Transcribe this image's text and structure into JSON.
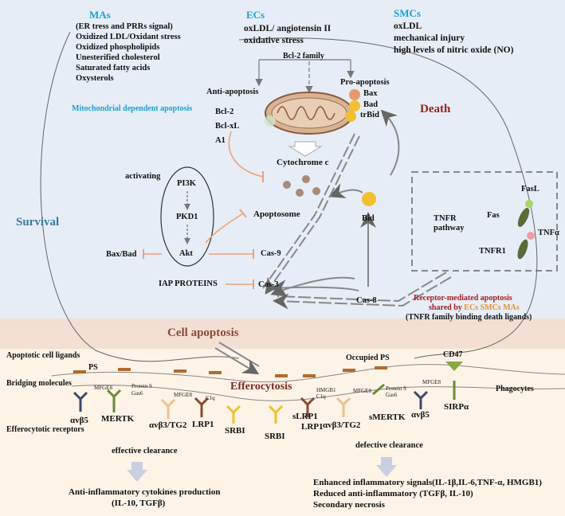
{
  "regions": {
    "top_color": "#e6edf6",
    "bottom_color": "#fdf3e6",
    "band_color": "#f2ddd2"
  },
  "mas": {
    "title": "MAs",
    "items": [
      "(ER tress and PRRs signal)",
      "Oxidized LDL/Oxidant stress",
      "Oxidized phospholipids",
      "Unesterified cholesterol",
      "Saturated fatty acids",
      "Oxysterols"
    ]
  },
  "ecs": {
    "title": "ECs",
    "items": [
      "oxLDL/ angiotensin II",
      "oxidative stress"
    ]
  },
  "smcs": {
    "title": "SMCs",
    "items": [
      "oxLDL",
      "mechanical injury",
      "high levels of nitric oxide (NO)"
    ]
  },
  "labels": {
    "mito_apoptosis": "Mitochondrial dependent apoptosis",
    "bcl2_family": "Bcl-2 family",
    "anti_apoptosis": "Anti-apoptosis",
    "bcl2": "Bcl-2",
    "bclxl": "Bcl-xL",
    "a1": "A1",
    "pro_apoptosis": "Pro-apoptosis",
    "bax": "Bax",
    "bad": "Bad",
    "trbid": "trBid",
    "death": "Death",
    "survival": "Survival",
    "cytochrome_c": "Cytochrome c",
    "activating": "activating",
    "pi3k": "PI3K",
    "pkd1": "PKD1",
    "akt": "Akt",
    "bax_bad": "Bax/Bad",
    "apoptosome": "Apoptosome",
    "cas9": "Cas-9",
    "iap": "IAP PROTEINS",
    "cas3": "Cas-3",
    "cas8": "Cas-8",
    "bid": "Bid",
    "tnfr_pathway": "TNFR\npathway",
    "fas": "Fas",
    "fasl": "FasL",
    "tnfa": "TNFα",
    "tnfr1": "TNFR1",
    "receptor_mediated": "Receptor-mediated apoptosis",
    "shared_by": "shared by",
    "shared_cells": "ECs SMCs MAs",
    "tnfr_family": "(TNFR family binding death ligands)",
    "cell_apoptosis": "Cell apoptosis",
    "apoptotic_ligands": "Apoptotic cell ligands",
    "bridging": "Bridging molecules",
    "efferocytic_receptors": "Efferocytotic receptors",
    "ps": "PS",
    "occupied_ps": "Occupied PS",
    "efferocytosis": "Efferocytosis",
    "cd47": "CD47",
    "phagocytes": "Phagocytes",
    "mfge8": "MFGE8",
    "protein_s": "Protein S",
    "gas6": "Gas6",
    "c1q": "C1q",
    "hmgb1": "HMGB1",
    "effective_clearance": "effective clearance",
    "defective_clearance": "defective clearance"
  },
  "receptors": {
    "left": [
      "αvβ5",
      "MERTK",
      "αvβ3/TG2",
      "LRP1",
      "SRBI",
      "SRBI"
    ],
    "right": [
      "sLRP1",
      "LRP1",
      "αvβ3/TG2",
      "sMERTK",
      "αvβ5",
      "SIRPα"
    ]
  },
  "outcomes": {
    "effective": [
      "Anti-inflammatory cytokines production",
      "(IL-10, TGFβ)"
    ],
    "defective": [
      "Enhanced inflammatory signals(IL-1β,IL-6,TNF-α, HMGB1)",
      "Reduced anti-inflammatory (TGFβ, IL-10)",
      "Secondary necrosis"
    ]
  }
}
